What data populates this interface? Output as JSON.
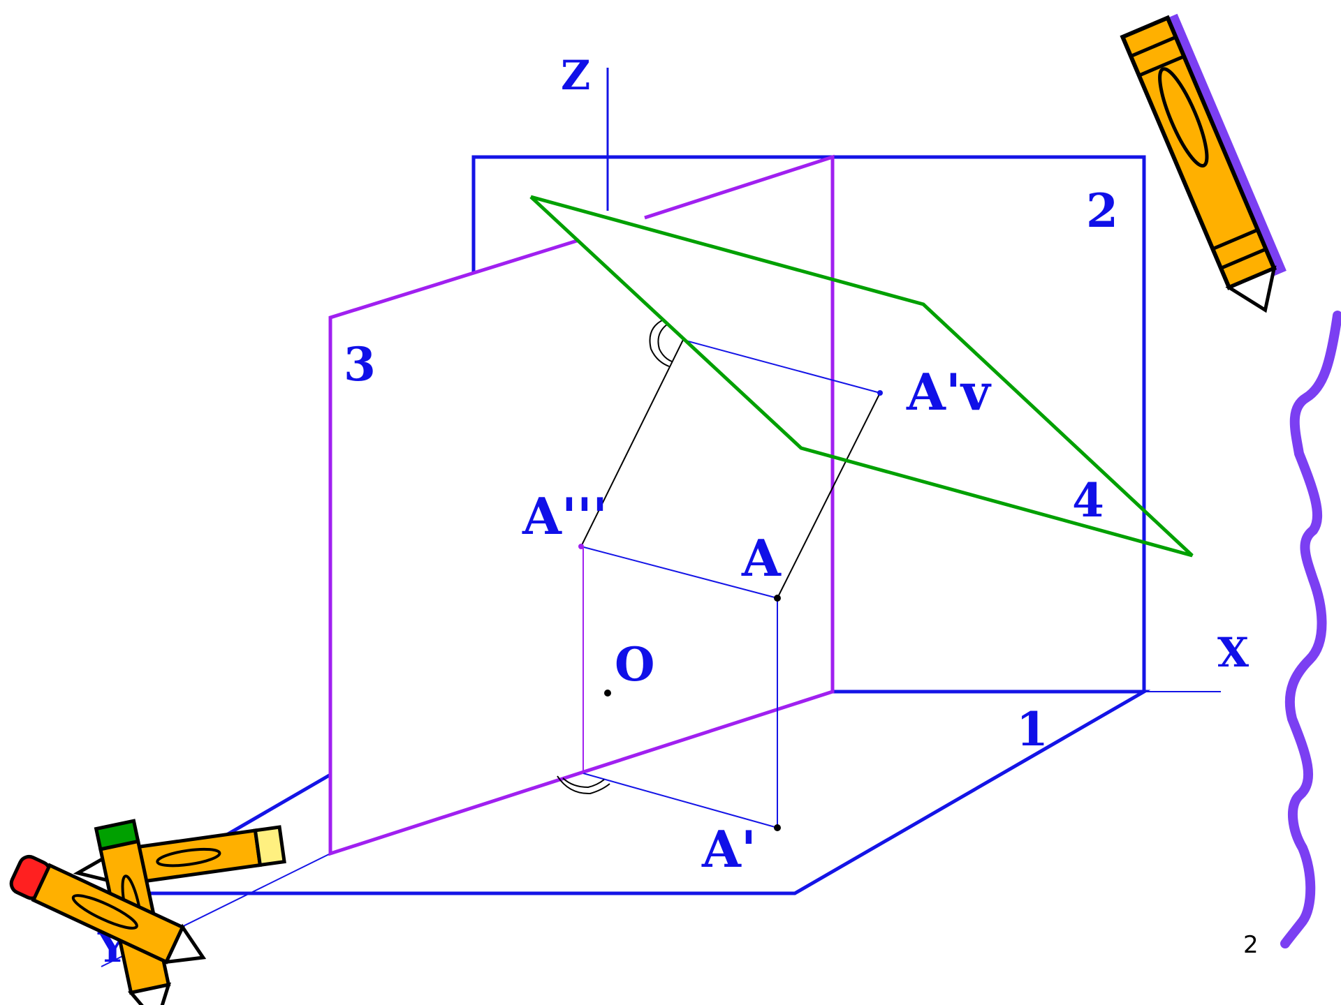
{
  "axes": {
    "z": "Z",
    "x": "X",
    "y": "Y",
    "origin": "O"
  },
  "planes": {
    "p1": "1",
    "p2": "2",
    "p3": "3",
    "p4": "4"
  },
  "points": {
    "a": "A",
    "a1": "A'",
    "a3": "A'''",
    "a4": "A'v"
  },
  "page_number": "2",
  "colors": {
    "plane_frontal": "#1414e6",
    "plane_profile": "#a020f0",
    "plane_extra": "#00a000",
    "construction": "#1414e6",
    "wavy_border": "#7b3ff2",
    "pencil_body": "#ffb000"
  },
  "icons": [
    "pencil-icon",
    "pencil-icon",
    "pencil-icon",
    "wavy-line-decoration"
  ]
}
